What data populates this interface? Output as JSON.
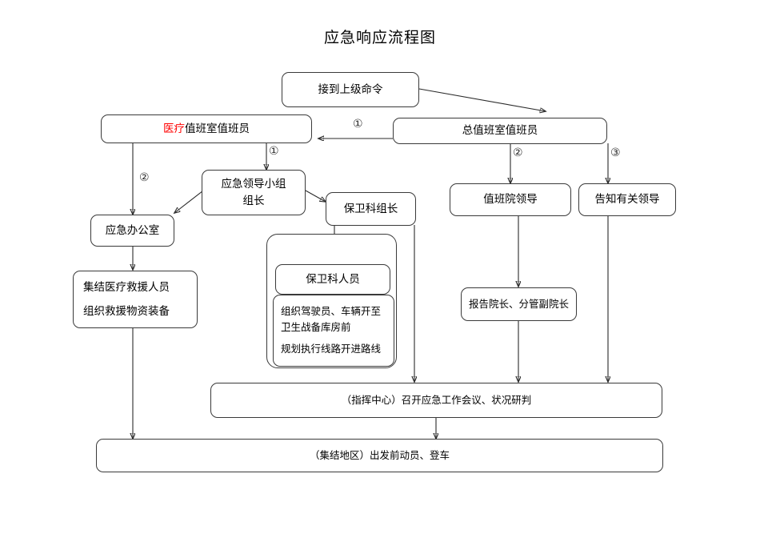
{
  "diagram": {
    "title": "应急响应流程图",
    "type": "flowchart",
    "nodes": [
      {
        "id": "order",
        "label": "接到上级命令",
        "lines": [
          "接到上级命令"
        ]
      },
      {
        "id": "medical-duty",
        "label": "医疗值班室值班员",
        "lines": [
          "医疗值班室值班员"
        ],
        "accent_text": "医疗",
        "accent_color": "#ff0000"
      },
      {
        "id": "general-duty",
        "label": "总值班室值班员",
        "lines": [
          "总值班室值班员"
        ]
      },
      {
        "id": "emg-leader",
        "label": "应急领导小组组长",
        "lines": [
          "应急领导小组",
          "组长"
        ]
      },
      {
        "id": "security-head",
        "label": "保卫科组长",
        "lines": [
          "保卫科组长"
        ]
      },
      {
        "id": "duty-exec",
        "label": "值班院领导",
        "lines": [
          "值班院领导"
        ]
      },
      {
        "id": "notify-lead",
        "label": "告知有关领导",
        "lines": [
          "告知有关领导"
        ]
      },
      {
        "id": "emg-office",
        "label": "应急办公室",
        "lines": [
          "应急办公室"
        ]
      },
      {
        "id": "assemble",
        "label": "集结医疗救援人员 组织救援物资装备",
        "lines": [
          "集结医疗救援人员",
          "组织救援物资装备"
        ]
      },
      {
        "id": "security-staff",
        "label": "保卫科人员",
        "lines": [
          "保卫科人员"
        ]
      },
      {
        "id": "security-task",
        "label": "组织驾驶员、车辆开至卫生战备库房前 规划执行线路开进路线",
        "lines": [
          "组织驾驶员、车辆开至",
          "卫生战备库房前",
          "规划执行线路开进路线"
        ]
      },
      {
        "id": "report",
        "label": "报告院长、分管副院长",
        "lines": [
          "报告院长、分管副院长"
        ]
      },
      {
        "id": "command",
        "label": "（指挥中心）召开应急工作会议、状况研判",
        "lines": [
          "（指挥中心）召开应急工作会议、状况研判"
        ]
      },
      {
        "id": "muster",
        "label": "（集结地区）出发前动员、登车",
        "lines": [
          "（集结地区）出发前动员、登车"
        ]
      }
    ],
    "markers": [
      {
        "id": "m-mid-1",
        "text": "①"
      },
      {
        "id": "m-duty-1",
        "text": "①"
      },
      {
        "id": "m-office-2",
        "text": "②"
      },
      {
        "id": "m-exec-2",
        "text": "②"
      },
      {
        "id": "m-notify-3",
        "text": "③"
      }
    ],
    "edges": [
      {
        "from": "order",
        "to": "general-duty"
      },
      {
        "from": "general-duty",
        "to": "medical-duty",
        "marker": "①"
      },
      {
        "from": "medical-duty",
        "to": "emg-leader",
        "marker": "①"
      },
      {
        "from": "medical-duty",
        "to": "emg-office",
        "marker": "②"
      },
      {
        "from": "emg-leader",
        "to": "emg-office"
      },
      {
        "from": "emg-leader",
        "to": "security-head"
      },
      {
        "from": "general-duty",
        "to": "duty-exec",
        "marker": "②"
      },
      {
        "from": "general-duty",
        "to": "notify-lead",
        "marker": "③"
      },
      {
        "from": "emg-office",
        "to": "assemble"
      },
      {
        "from": "security-head",
        "to": "security-staff"
      },
      {
        "from": "security-head",
        "to": "command"
      },
      {
        "from": "duty-exec",
        "to": "report"
      },
      {
        "from": "report",
        "to": "command"
      },
      {
        "from": "notify-lead",
        "to": "command"
      },
      {
        "from": "assemble",
        "to": "muster"
      },
      {
        "from": "command",
        "to": "muster"
      }
    ]
  }
}
